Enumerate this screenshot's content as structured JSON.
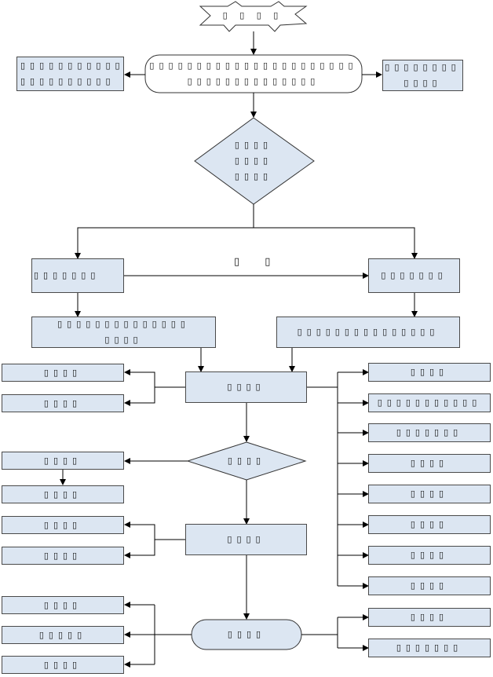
{
  "diagram": {
    "start": "▯ ▯ ▯ ▯",
    "top_process": "▯▯▯▯▯▯▯▯▯▯▯▯▯▯▯▯▯▯▯▯▯▯\n▯▯▯▯▯▯▯▯▯▯▯▯▯▯",
    "top_left_note": "▯▯▯▯▯▯▯▯▯▯▯\n▯▯▯▯▯▯▯▯▯▯",
    "top_right_note": "▯▯▯▯▯▯▯▯\n▯▯▯▯",
    "decision_main": "▯▯▯▯\n▯▯▯▯\n▯▯▯▯",
    "left_branch": "▯▯▯▯▯▯▯",
    "right_branch": "▯▯▯▯▯▯▯",
    "branch_arrow_label": "▯ ▯",
    "left_sub": "▯▯▯▯▯▯▯▯▯▯▯▯▯▯\n▯▯▯▯",
    "right_sub": "▯▯▯▯▯▯▯▯▯▯▯▯▯▯▯",
    "center_process_1": "▯▯▯▯",
    "left_outputs_1": [
      "▯▯▯▯",
      "▯▯▯▯"
    ],
    "right_outputs": [
      "▯▯▯▯",
      "▯▯▯▯▯▯▯▯▯▯▯",
      "▯▯▯▯▯▯▯",
      "▯▯▯▯",
      "▯▯▯▯",
      "▯▯▯▯",
      "▯▯▯▯",
      "▯▯▯▯"
    ],
    "decision_2": "▯▯▯▯",
    "decision_2_out": [
      "▯▯▯▯",
      "▯▯▯▯"
    ],
    "center_process_2": "▯▯▯▯",
    "left_outputs_2": [
      "▯▯▯▯",
      "▯▯▯▯"
    ],
    "end": "▯▯▯▯",
    "end_left_outputs": [
      "▯▯▯▯",
      "▯▯▯▯▯",
      "▯▯▯▯"
    ],
    "end_right_outputs": [
      "▯▯▯▯",
      "▯▯▯▯▯▯▯"
    ]
  }
}
